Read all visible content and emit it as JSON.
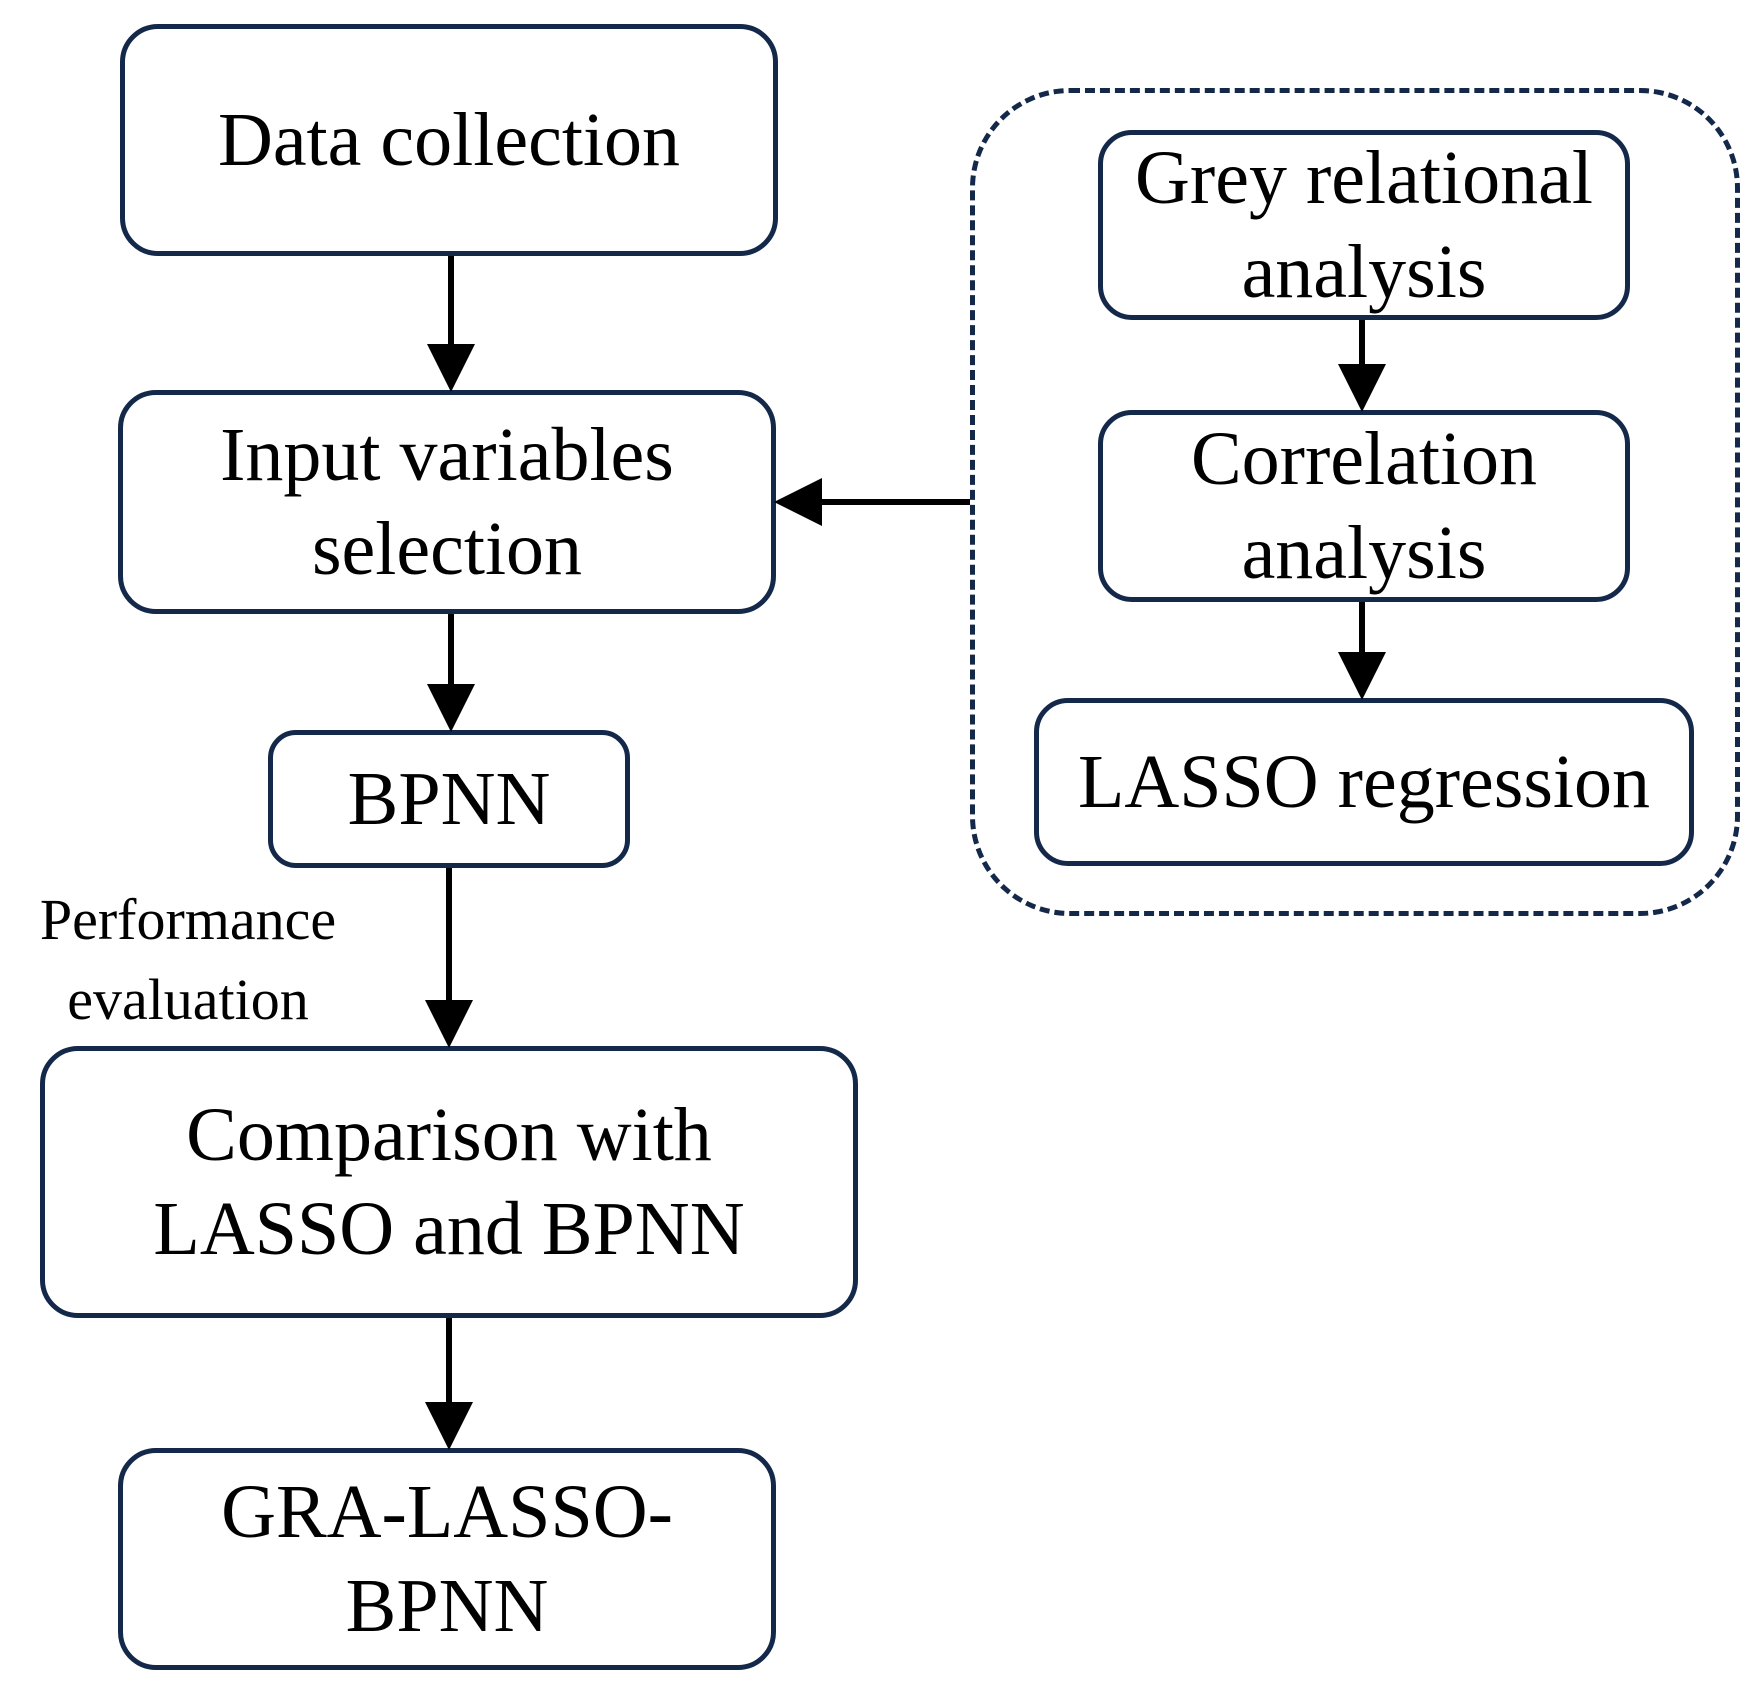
{
  "nodes": {
    "data_collection": "Data collection",
    "input_variables_selection": "Input variables\nselection",
    "bpnn": "BPNN",
    "comparison": "Comparison with\nLASSO and BPNN",
    "gra_lasso_bpnn": "GRA-LASSO-\nBPNN",
    "grey_relational_analysis": "Grey relational\nanalysis",
    "correlation_analysis": "Correlation\nanalysis",
    "lasso_regression": "LASSO regression"
  },
  "edge_labels": {
    "performance_evaluation": "Performance\nevaluation"
  },
  "colors": {
    "box_border": "#14294a",
    "arrow": "#000000"
  }
}
